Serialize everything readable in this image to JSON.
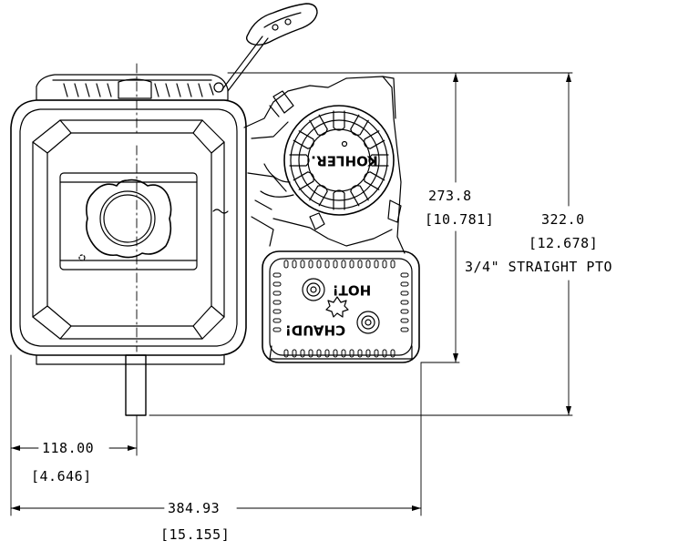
{
  "dimensions": {
    "height_mm": "273.8",
    "height_in": "[10.781]",
    "overall_height_mm": "322.0",
    "overall_height_in": "[12.678]",
    "pto_label": "3/4\" STRAIGHT PTO",
    "pto_offset_mm": "118.00",
    "pto_offset_in": "[4.646]",
    "width_mm": "384.93",
    "width_in": "[15.155]"
  },
  "markings": {
    "brand": "KOHLER.",
    "warning_en": "HOT!",
    "warning_fr": "CHAUD!"
  }
}
